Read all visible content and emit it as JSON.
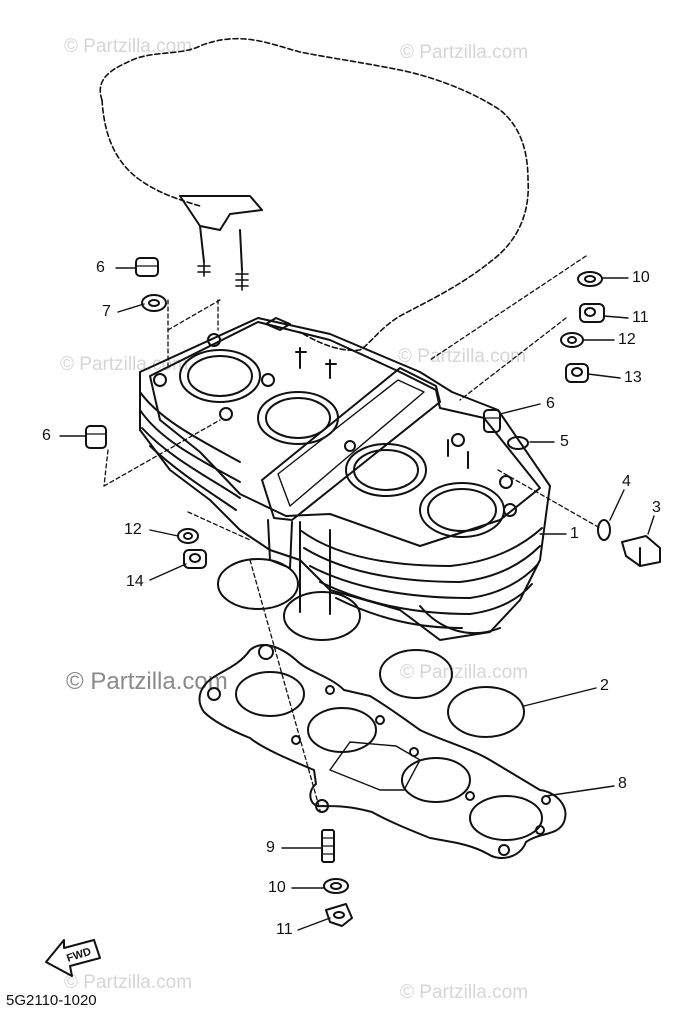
{
  "watermarks": [
    {
      "text": "© Partzilla.com"
    },
    {
      "text": "© Partzilla.com"
    },
    {
      "text": "© Partzilla.com"
    },
    {
      "text": "© Partzilla.com"
    },
    {
      "text": "© Partzilla.com"
    },
    {
      "text": "© Partzilla.com"
    },
    {
      "text": "© Partzilla.com"
    },
    {
      "text": "© Partzilla.com"
    }
  ],
  "callouts": [
    "6",
    "7",
    "6",
    "12",
    "14",
    "10",
    "11",
    "12",
    "13",
    "6",
    "5",
    "4",
    "3",
    "1",
    "2",
    "8",
    "9",
    "10",
    "11"
  ],
  "diagram_code": "5G2110-1020",
  "fwd_label": "FWD"
}
